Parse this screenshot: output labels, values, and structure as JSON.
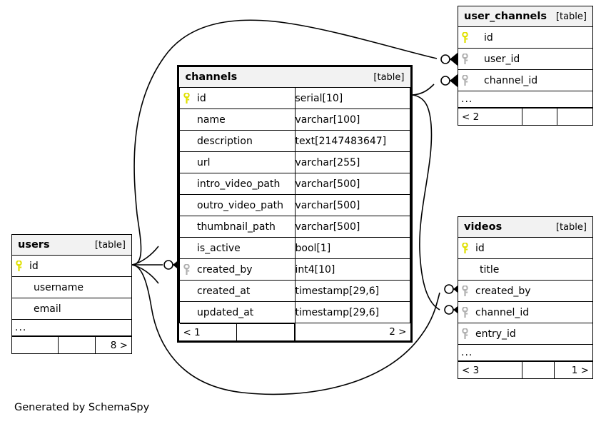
{
  "diagram": {
    "caption": "Generated by SchemaSpy",
    "table_tag": "[table]",
    "ellipsis": "...",
    "colors": {
      "primary_key": "#e8e800",
      "foreign_key": "#b0b0b0",
      "header_bg": "#f2f2f2",
      "border": "#000000",
      "background": "#ffffff"
    }
  },
  "tables": {
    "channels": {
      "name": "channels",
      "tag": "[table]",
      "focal": true,
      "columns": [
        {
          "key": "primary",
          "name": "id",
          "type": "serial[10]"
        },
        {
          "key": "none",
          "name": "name",
          "type": "varchar[100]"
        },
        {
          "key": "none",
          "name": "description",
          "type": "text[2147483647]"
        },
        {
          "key": "none",
          "name": "url",
          "type": "varchar[255]"
        },
        {
          "key": "none",
          "name": "intro_video_path",
          "type": "varchar[500]"
        },
        {
          "key": "none",
          "name": "outro_video_path",
          "type": "varchar[500]"
        },
        {
          "key": "none",
          "name": "thumbnail_path",
          "type": "varchar[500]"
        },
        {
          "key": "none",
          "name": "is_active",
          "type": "bool[1]"
        },
        {
          "key": "foreign",
          "name": "created_by",
          "type": "int4[10]"
        },
        {
          "key": "none",
          "name": "created_at",
          "type": "timestamp[29,6]"
        },
        {
          "key": "none",
          "name": "updated_at",
          "type": "timestamp[29,6]"
        }
      ],
      "footer": {
        "left": "< 1",
        "middle": "",
        "right": "2 >"
      }
    },
    "user_channels": {
      "name": "user_channels",
      "tag": "[table]",
      "focal": false,
      "columns": [
        {
          "key": "primary",
          "name": "id",
          "type": ""
        },
        {
          "key": "foreign",
          "name": "user_id",
          "type": ""
        },
        {
          "key": "foreign",
          "name": "channel_id",
          "type": ""
        }
      ],
      "more": "...",
      "footer": {
        "left": "< 2",
        "middle": "",
        "right": ""
      }
    },
    "videos": {
      "name": "videos",
      "tag": "[table]",
      "focal": false,
      "columns": [
        {
          "key": "primary",
          "name": "id",
          "type": ""
        },
        {
          "key": "none",
          "name": "title",
          "type": ""
        },
        {
          "key": "foreign",
          "name": "created_by",
          "type": ""
        },
        {
          "key": "foreign",
          "name": "channel_id",
          "type": ""
        },
        {
          "key": "foreign",
          "name": "entry_id",
          "type": ""
        }
      ],
      "more": "...",
      "footer": {
        "left": "< 3",
        "middle": "",
        "right": "1 >"
      }
    },
    "users": {
      "name": "users",
      "tag": "[table]",
      "focal": false,
      "columns": [
        {
          "key": "primary",
          "name": "id",
          "type": ""
        },
        {
          "key": "none",
          "name": "username",
          "type": ""
        },
        {
          "key": "none",
          "name": "email",
          "type": ""
        }
      ],
      "more": "...",
      "footer": {
        "left": "",
        "middle": "",
        "right": "8 >"
      }
    }
  },
  "relationships": [
    {
      "from_table": "users",
      "from_column": "id",
      "to_table": "user_channels",
      "to_column": "user_id"
    },
    {
      "from_table": "channels",
      "from_column": "id",
      "to_table": "user_channels",
      "to_column": "channel_id"
    },
    {
      "from_table": "users",
      "from_column": "id",
      "to_table": "channels",
      "to_column": "created_by"
    },
    {
      "from_table": "users",
      "from_column": "id",
      "to_table": "videos",
      "to_column": "created_by"
    },
    {
      "from_table": "channels",
      "from_column": "id",
      "to_table": "videos",
      "to_column": "channel_id"
    }
  ]
}
